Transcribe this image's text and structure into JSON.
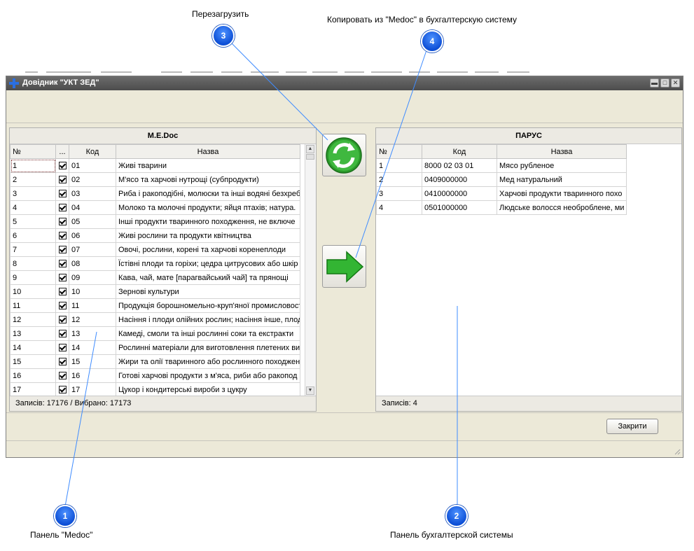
{
  "window": {
    "title": "Довідник \"УКТ ЗЕД\""
  },
  "left_panel": {
    "title": "M.E.Doc",
    "columns": [
      "№",
      "...",
      "Код",
      "Назва"
    ],
    "rows": [
      {
        "num": "1",
        "checked": true,
        "code": "01",
        "name": "Живі тварини"
      },
      {
        "num": "2",
        "checked": true,
        "code": "02",
        "name": "М'ясо та харчові нутрощі (субпродукти)"
      },
      {
        "num": "3",
        "checked": true,
        "code": "03",
        "name": "Риба і ракоподібні, молюски та інші водяні безхреб"
      },
      {
        "num": "4",
        "checked": true,
        "code": "04",
        "name": "Молоко та молочні продукти; яйця птахів; натура."
      },
      {
        "num": "5",
        "checked": true,
        "code": "05",
        "name": "Інші продукти тваринного походження, не включе"
      },
      {
        "num": "6",
        "checked": true,
        "code": "06",
        "name": "Живі рослини та продукти квітництва"
      },
      {
        "num": "7",
        "checked": true,
        "code": "07",
        "name": "Овочі, рослини, корені та харчові коренеплоди"
      },
      {
        "num": "8",
        "checked": true,
        "code": "08",
        "name": "Їстівні плоди та горіхи; цедра цитрусових або шкір"
      },
      {
        "num": "9",
        "checked": true,
        "code": "09",
        "name": "Кава, чай, мате [парагвайський чай] та прянощі"
      },
      {
        "num": "10",
        "checked": true,
        "code": "10",
        "name": "Зернові культури"
      },
      {
        "num": "11",
        "checked": true,
        "code": "11",
        "name": "Продукція борошномельно-круп'яної промисловост"
      },
      {
        "num": "12",
        "checked": true,
        "code": "12",
        "name": "Насіння і плоди олійних рослин; насіння інше, плод"
      },
      {
        "num": "13",
        "checked": true,
        "code": "13",
        "name": "Камеді, смоли та інші рослинні соки та екстракти"
      },
      {
        "num": "14",
        "checked": true,
        "code": "14",
        "name": "Рослинні матеріали для виготовлення плетених ви"
      },
      {
        "num": "15",
        "checked": true,
        "code": "15",
        "name": "Жири та олії тваринного або рослинного походжен"
      },
      {
        "num": "16",
        "checked": true,
        "code": "16",
        "name": "Готові харчові продукти з м'яса, риби або ракопод"
      },
      {
        "num": "17",
        "checked": true,
        "code": "17",
        "name": "Цукор і кондитерські вироби з цукру"
      }
    ],
    "footer": "Записів: 17176 / Вибрано: 17173"
  },
  "right_panel": {
    "title": "ПАРУС",
    "columns": [
      "№",
      "Код",
      "Назва"
    ],
    "rows": [
      {
        "num": "1",
        "code": "8000 02 03 01",
        "name": "Мясо рубленое"
      },
      {
        "num": "2",
        "code": "0409000000",
        "name": "Мед натуральний"
      },
      {
        "num": "3",
        "code": "0410000000",
        "name": "Харчові продукти тваринного похо"
      },
      {
        "num": "4",
        "code": "0501000000",
        "name": "Людське волосся необроблене, ми"
      }
    ],
    "footer": "Записів: 4"
  },
  "buttons": {
    "close": "Закрити",
    "reload_icon": "refresh-arrows-icon",
    "copy_icon": "right-arrow-icon"
  },
  "callouts": {
    "c1": {
      "number": "1",
      "label": "Панель \"Medoc\""
    },
    "c2": {
      "number": "2",
      "label": "Панель бухгалтерской системы"
    },
    "c3": {
      "number": "3",
      "label": "Перезагрузить"
    },
    "c4": {
      "number": "4",
      "label": "Копировать из \"Medoc\" в бухгалтерскую систему"
    }
  },
  "colors": {
    "callout": "#1a5fe6",
    "titlebar": "#5a5a5a",
    "green": "#2fa32f"
  }
}
